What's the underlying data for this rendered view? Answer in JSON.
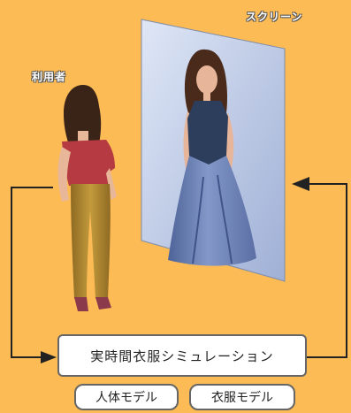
{
  "labels": {
    "screen": "スクリーン",
    "user": "利用者"
  },
  "boxes": {
    "simulation": "実時間衣服シミュレーション",
    "body_model": "人体モデル",
    "clothing_model": "衣服モデル"
  },
  "colors": {
    "background": "#fdbb55",
    "arrow": "#222222",
    "screen": "#b9c7e6",
    "dress": "#6f84b8",
    "bodice": "#2d3d5c",
    "shirt": "#b53a42",
    "pants": "#b8892e",
    "hair": "#3a2418",
    "skin": "#e8b79a"
  }
}
